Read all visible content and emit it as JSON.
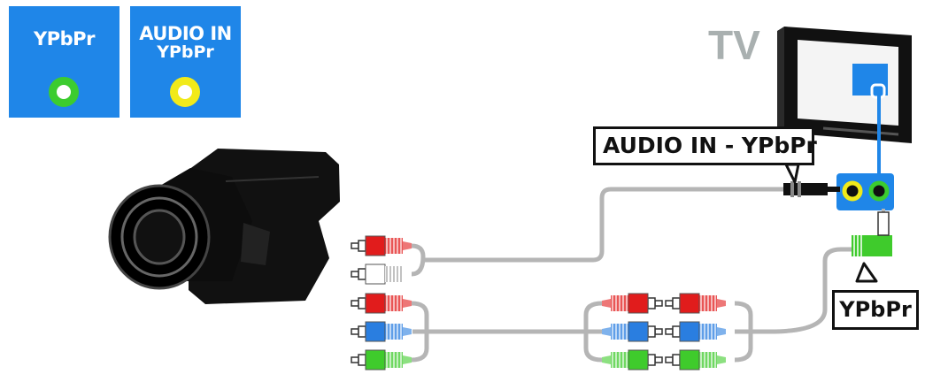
{
  "badges": [
    {
      "line1": "YPbPr",
      "line2": "",
      "jack_color": "#3ccc2f"
    },
    {
      "line1": "AUDIO IN",
      "line2": "YPbPr",
      "jack_color": "#f1ea1a"
    }
  ],
  "tv_label": "TV",
  "callouts": {
    "audio": "AUDIO IN - YPbPr",
    "ypbpr": "YPbPr"
  },
  "colors": {
    "badge_blue": "#1f86e8",
    "tv_label": "#a9b0b0",
    "cable_gray": "#b5b5b5",
    "red": "#e11c1c",
    "white": "#ffffff",
    "blue": "#2a7ee0",
    "green": "#3fcb2c",
    "panel": "#1f86e8"
  }
}
